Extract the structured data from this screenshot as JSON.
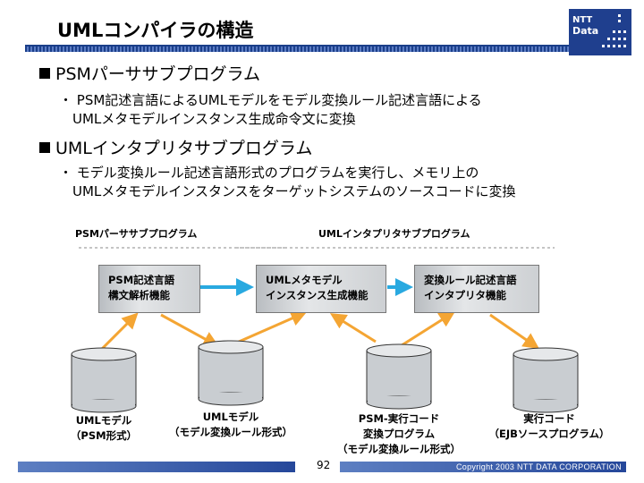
{
  "title": "UMLコンパイラの構造",
  "logo": {
    "line1": "NTT",
    "line2": "Data"
  },
  "sections": [
    {
      "heading": "PSMパーササブプログラム",
      "body": "・ PSM記述言語によるUMLモデルをモデル変換ルール記述言語による\n　UMLメタモデルインスタンス生成命令文に変換"
    },
    {
      "heading": "UMLインタプリタサブプログラム",
      "body": "・ モデル変換ルール記述言語形式のプログラムを実行し、メモリ上の\n　UMLメタモデルインスタンスをターゲットシステムのソースコードに変換"
    }
  ],
  "diagram": {
    "group_labels": [
      "PSMパーササブプログラム",
      "UMLインタプリタサブプログラム"
    ],
    "boxes": [
      "PSM記述言語\n構文解析機能",
      "UMLメタモデル\nインスタンス生成機能",
      "変換ルール記述言語\nインタプリタ機能"
    ],
    "stores": [
      "UMLモデル\n（PSM形式）",
      "UMLモデル\n（モデル変換ルール形式）",
      "PSM-実行コード\n変換プログラム\n（モデル変換ルール形式）",
      "実行コード\n（EJBソースプログラム）"
    ]
  },
  "colors": {
    "arrow": "#f4a533",
    "flow_arrow": "#29a9e0",
    "footer": "#25479a"
  },
  "footer": {
    "page": "92",
    "copyright": "Copyright 2003 NTT DATA CORPORATION"
  }
}
